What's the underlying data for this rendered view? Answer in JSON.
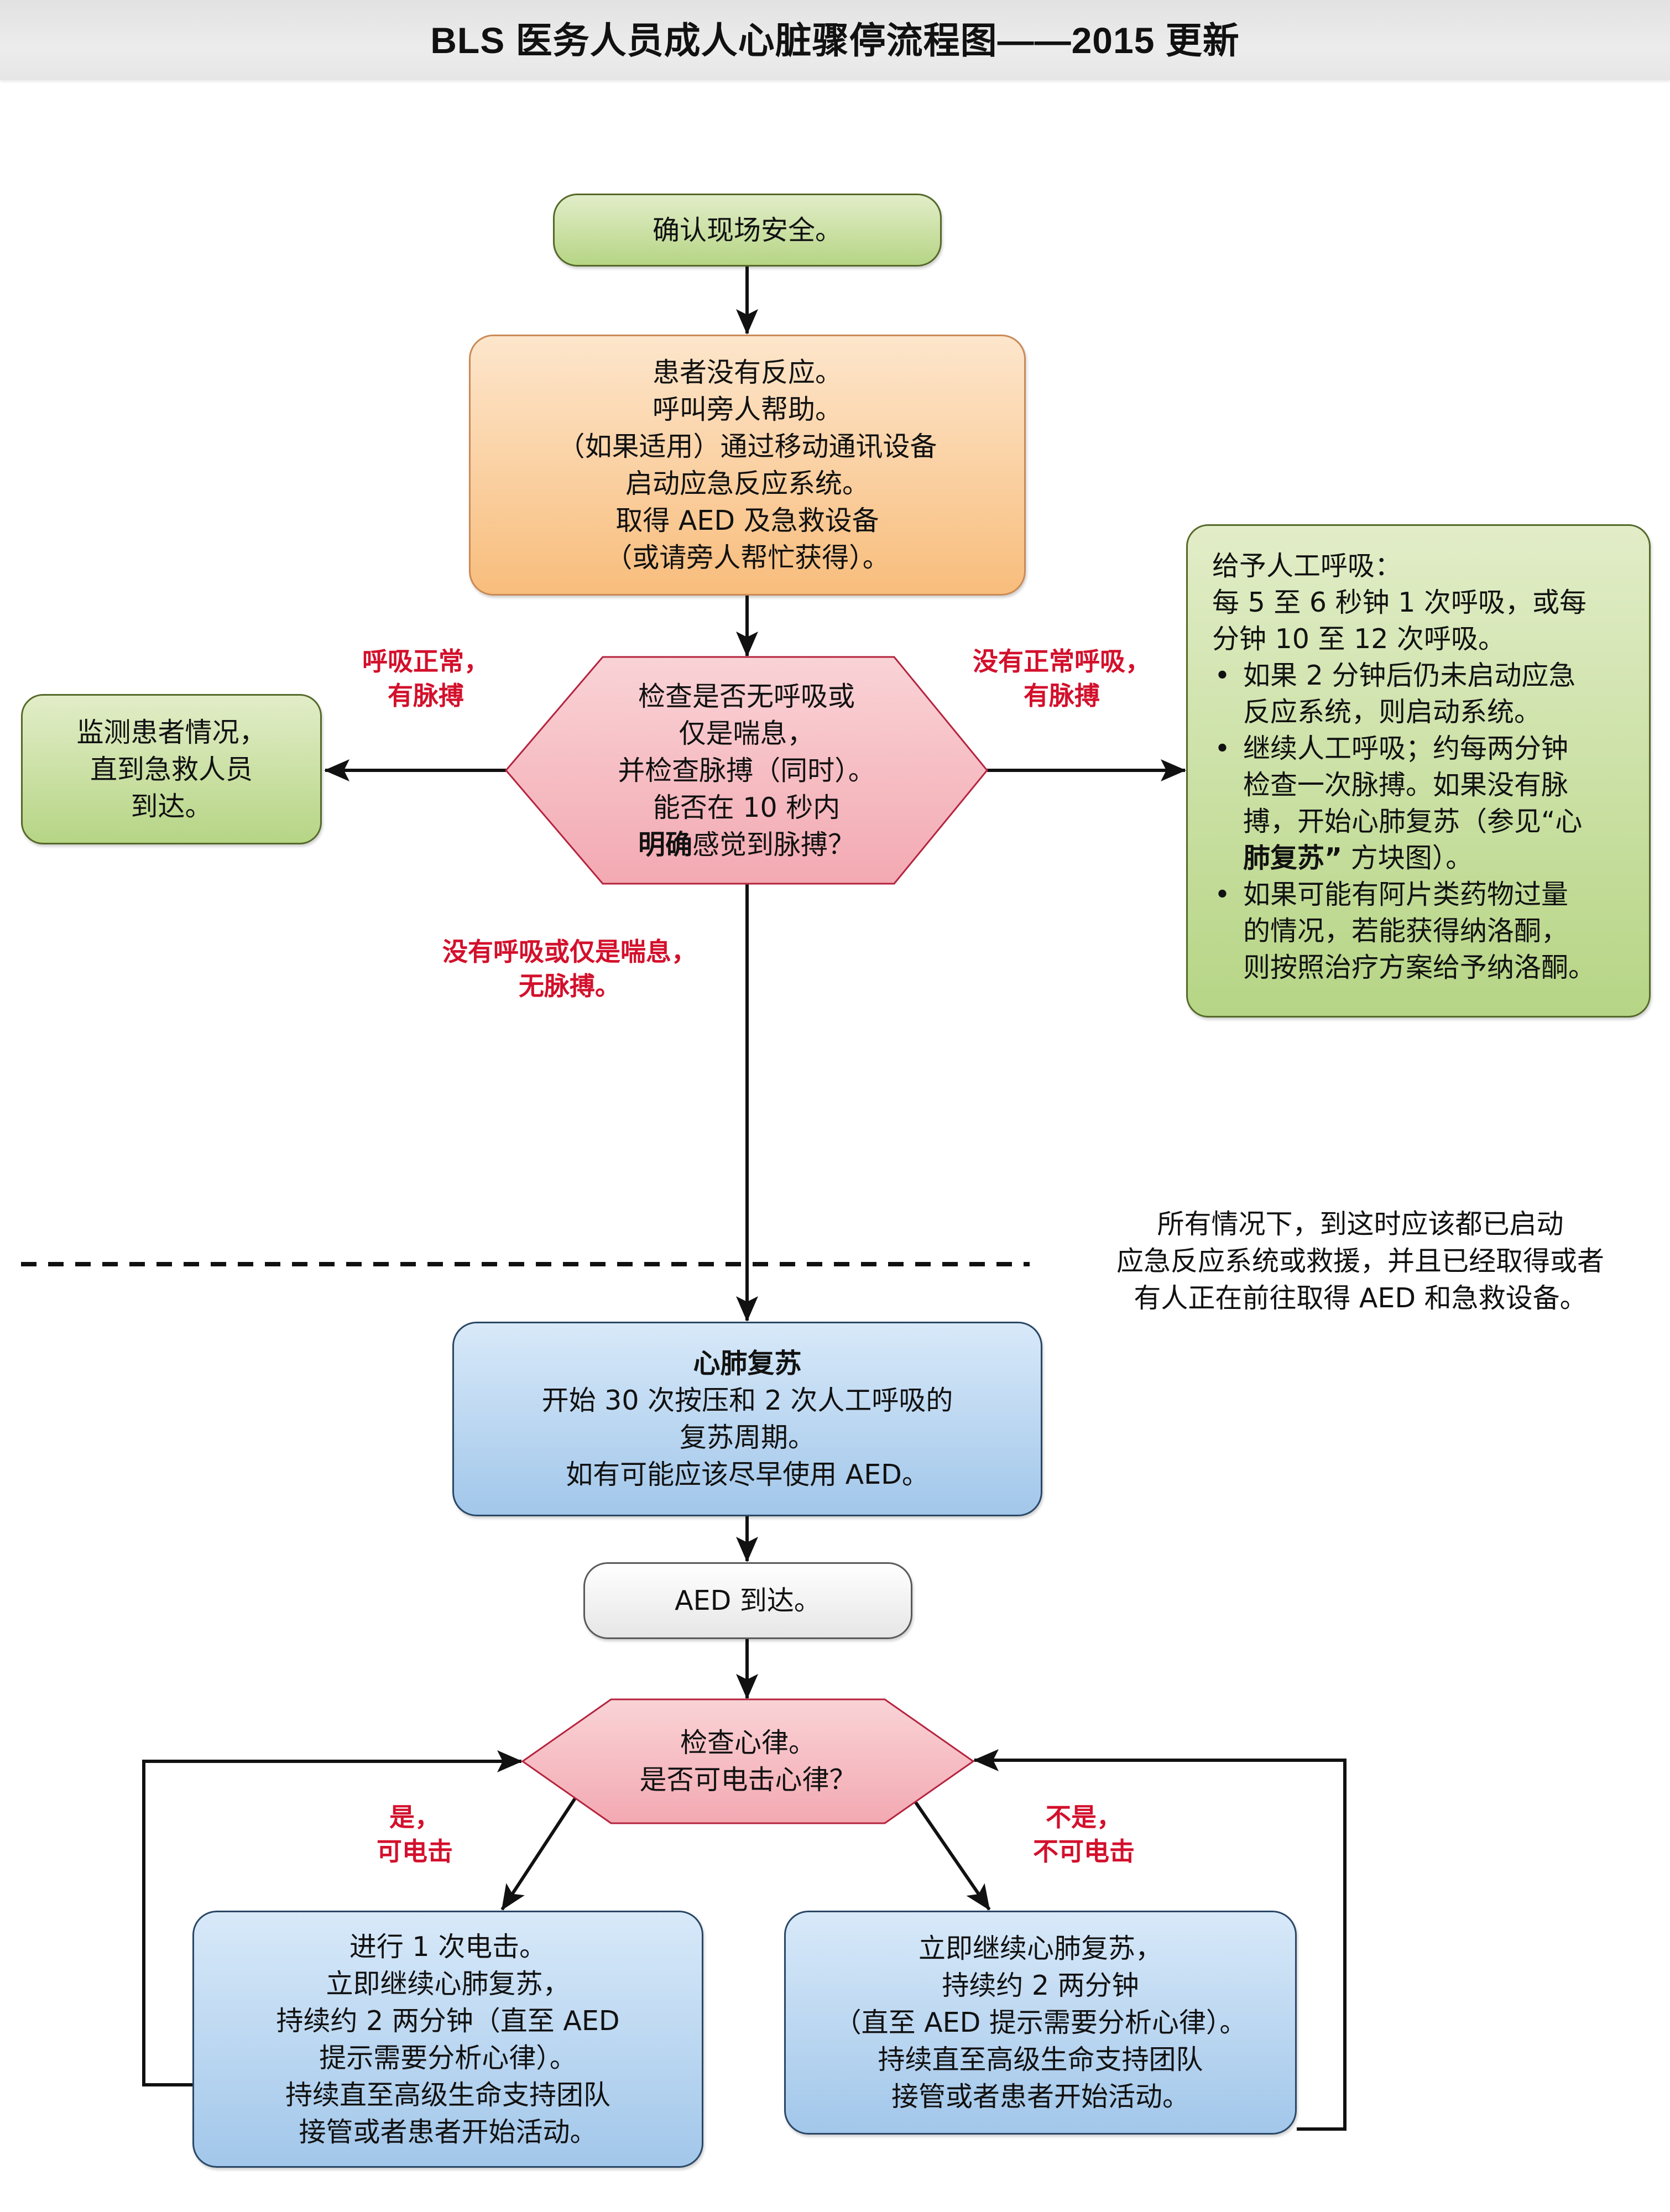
{
  "title": "BLS 医务人员成人心脏骤停流程图——2015 更新",
  "colors": {
    "start_green": "#b6d585",
    "alert_orange": "#f8bd7c",
    "decision_pink": "#f5b3bb",
    "action_blue": "#a2c7ea",
    "neutral_gray": "#e6e6e6",
    "label_red": "#d3102c"
  },
  "nodes": {
    "scene_safe": {
      "lines": [
        "确认现场安全。"
      ]
    },
    "unresponsive": {
      "lines": [
        "患者没有反应。",
        "呼叫旁人帮助。",
        "（如果适用）通过移动通讯设备",
        "启动应急反应系统。",
        "取得 AED 及急救设备",
        "（或请旁人帮忙获得）。"
      ]
    },
    "check_breathing": {
      "lines": [
        "检查是否无呼吸或",
        "仅是喘息，",
        "并检查脉搏（同时）。",
        "能否在 10 秒内"
      ],
      "last_line_bold": "明确",
      "last_line_rest": "感觉到脉搏？"
    },
    "monitor": {
      "lines": [
        "监测患者情况，",
        "直到急救人员",
        "到达。"
      ]
    },
    "rescue_breathing": {
      "heading": "给予人工呼吸：",
      "intro_lines": [
        "每 5 至 6 秒钟 1 次呼吸，或每",
        "分钟 10 至 12 次呼吸。"
      ],
      "bullets": [
        {
          "lines": [
            "如果 2 分钟后仍未启动应急",
            "反应系统，则启动系统。"
          ]
        },
        {
          "lines": [
            "继续人工呼吸；约每两分钟",
            "检查一次脉搏。如果没有脉",
            "搏，开始心肺复苏（参见“心"
          ],
          "line4_bold": "肺复苏”",
          "line4_rest": " 方块图）。"
        },
        {
          "lines": [
            "如果可能有阿片类药物过量",
            "的情况，若能获得纳洛酮，",
            "则按照治疗方案给予纳洛酮。"
          ]
        }
      ],
      "bullet_glyph": "•"
    },
    "cpr": {
      "heading": "心肺复苏",
      "lines": [
        "开始 30 次按压和 2 次人工呼吸的",
        "复苏周期。",
        "如有可能应该尽早使用 AED。"
      ]
    },
    "aed_arrives": {
      "lines": [
        "AED 到达。"
      ]
    },
    "check_rhythm": {
      "lines": [
        "检查心律。",
        "是否可电击心律？"
      ]
    },
    "shock": {
      "lines": [
        "进行 1 次电击。",
        "立即继续心肺复苏，",
        "持续约 2 两分钟（直至 AED",
        "提示需要分析心律）。",
        "持续直至高级生命支持团队",
        "接管或者患者开始活动。"
      ]
    },
    "no_shock": {
      "lines": [
        "立即继续心肺复苏，",
        "持续约 2 两分钟",
        "（直至 AED 提示需要分析心律）。",
        "持续直至高级生命支持团队",
        "接管或者患者开始活动。"
      ]
    }
  },
  "edge_labels": {
    "normal_breathing": [
      "呼吸正常，",
      "有脉搏"
    ],
    "no_normal_breathing": [
      "没有正常呼吸，",
      "有脉搏"
    ],
    "no_breathing": [
      "没有呼吸或仅是喘息，",
      "无脉搏。"
    ],
    "shockable": [
      "是，",
      "可电击"
    ],
    "not_shockable": [
      "不是，",
      "不可电击"
    ]
  },
  "divider_note": [
    "所有情况下，到这时应该都已启动",
    "应急反应系统或救援，并且已经取得或者",
    "有人正在前往取得 AED 和急救设备。"
  ]
}
